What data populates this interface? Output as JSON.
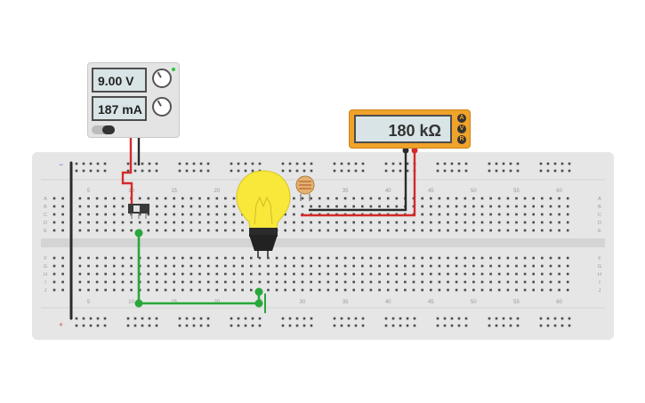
{
  "power_supply": {
    "voltage": "9.00 V",
    "current": "187 mA"
  },
  "multimeter": {
    "reading": "180 kΩ",
    "mode_buttons": [
      "A",
      "V",
      "R"
    ]
  },
  "breadboard": {
    "column_labels": [
      "5",
      "10",
      "15",
      "20",
      "25",
      "30",
      "35",
      "40",
      "45",
      "50",
      "55",
      "60"
    ],
    "row_labels_top": [
      "A",
      "B",
      "C",
      "D",
      "E"
    ],
    "row_labels_bottom": [
      "F",
      "G",
      "H",
      "I",
      "J"
    ],
    "rail_signs": [
      "−",
      "+"
    ]
  },
  "colors": {
    "red_wire": "#d42a2a",
    "black_wire": "#2b2b2b",
    "green_wire": "#27a83a",
    "bulb": "#f7e83a",
    "breadboard": "#e4e4e4",
    "meter": "#f0a32a"
  }
}
